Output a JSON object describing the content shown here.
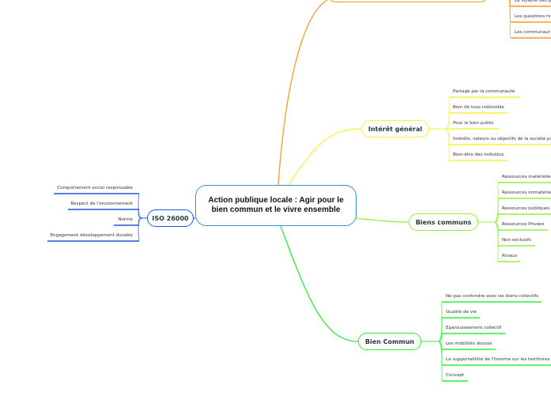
{
  "central": {
    "title": "Action publique locale : Agir pour le bien commun et le vivre ensemble"
  },
  "branches": {
    "top": {
      "color": "#f59a23",
      "children": [
        "La loyauté des p",
        "Les questions re",
        "Les communaut"
      ]
    },
    "interet": {
      "label": "Intérêt général",
      "color": "#f5f03a",
      "children": [
        "Partagé par la communauté",
        "Bien de tous indivisible",
        "Pour le bien public",
        "Intérêts, valeurs ou objectifs de la société pa",
        "Bien-être des individus"
      ]
    },
    "biens": {
      "label": "Biens communs",
      "color": "#8ff03a",
      "children": [
        "Ressources matérielle",
        "Ressources immatérie",
        "Ressources publiques",
        "Ressources Privées",
        "Non exclusifs",
        "Rivaux"
      ]
    },
    "bien": {
      "label": "Bien Commun",
      "color": "#2ef02e",
      "children": [
        "Ne pas confondre avec les biens collectifs",
        "Qualité de vie",
        "Epanouissement collectif",
        "Les mobilités douces",
        "La supportabilité de l'homme sur les territoires",
        "Concept"
      ]
    },
    "iso": {
      "label": "ISO 26000",
      "color": "#1e55e0",
      "children": [
        "Comportement social responsable",
        "Respect de l'environnement",
        "Norme",
        "Engagement développement durable"
      ]
    }
  }
}
